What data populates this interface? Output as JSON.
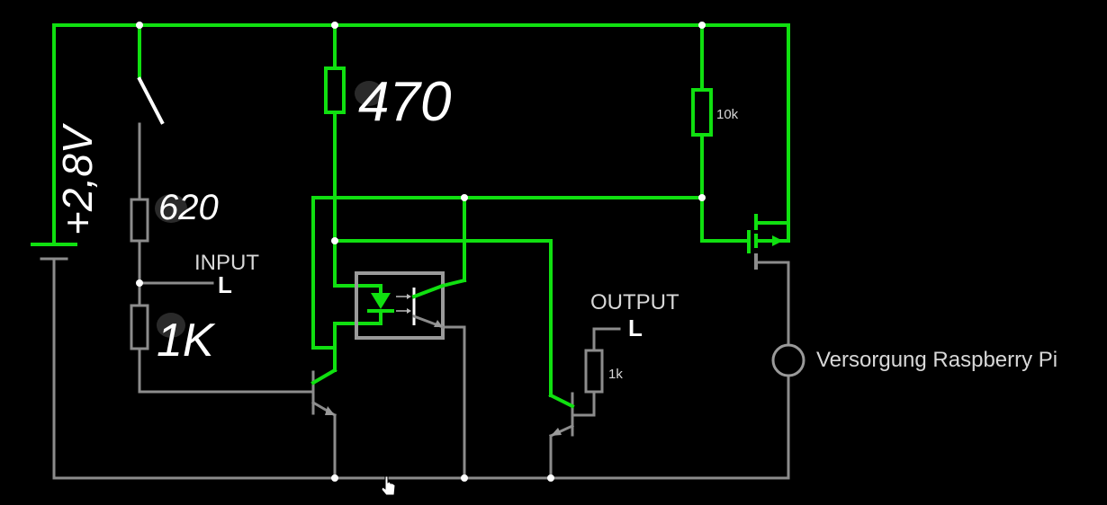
{
  "labels": {
    "input": "INPUT",
    "input_level": "L",
    "output": "OUTPUT",
    "output_level": "L",
    "r_10k": "10k",
    "r_1k": "1k",
    "supply_load": "Versorgung Raspberry Pi"
  },
  "handwriting": {
    "voltage": "+2,8V",
    "r_470": "470",
    "r_620": "620",
    "r_1k": "1K"
  },
  "colors": {
    "active_wire": "#10e010",
    "inactive_wire": "#8c8c8c",
    "background": "#000000",
    "node": "#ffffff"
  }
}
